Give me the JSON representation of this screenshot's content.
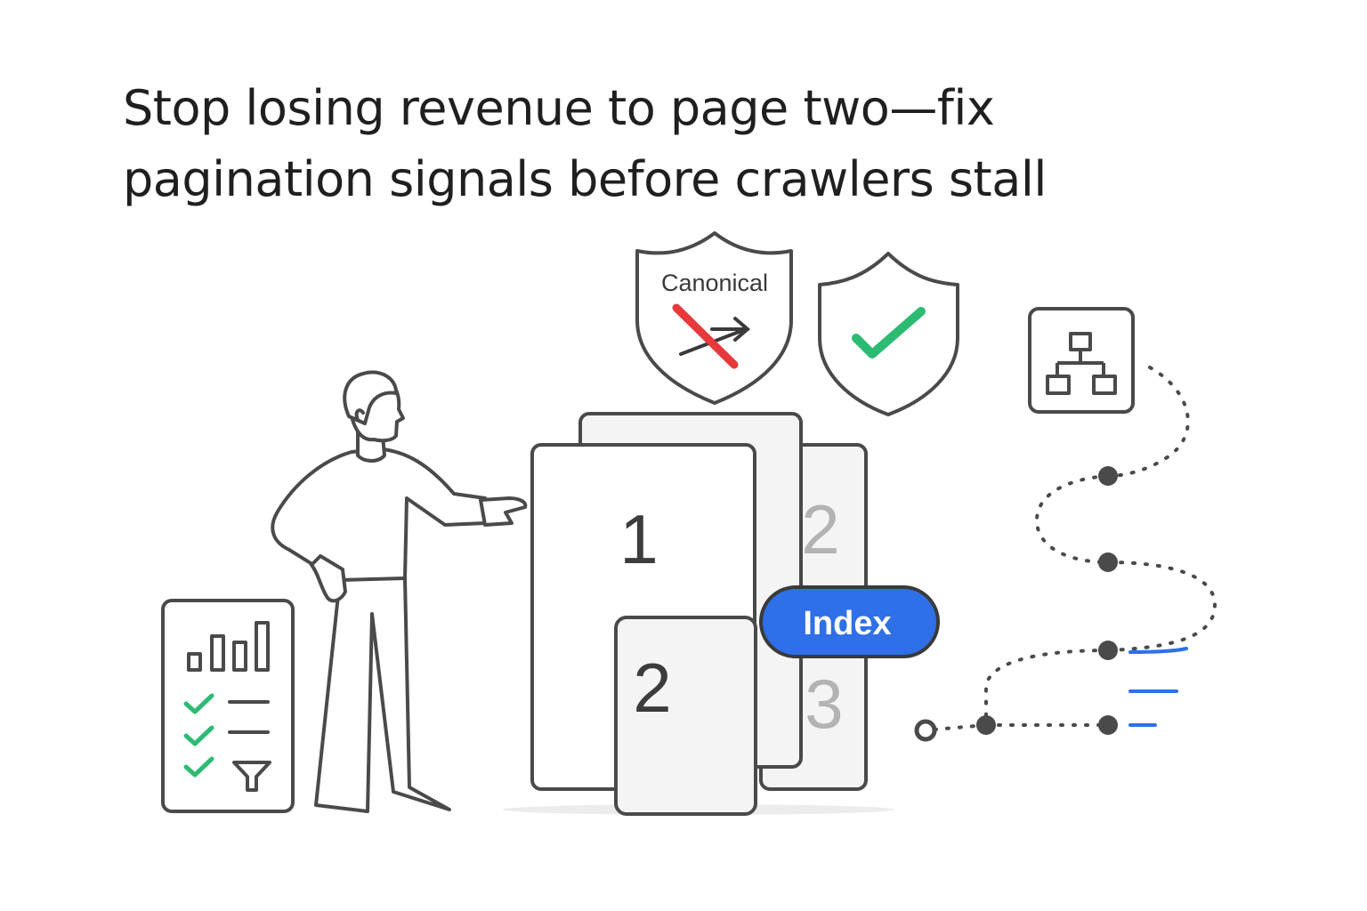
{
  "headline": {
    "line1": "Stop losing revenue to page two—fix",
    "line2": "pagination signals before crawlers stall"
  },
  "shields": {
    "canonical_label": "Canonical",
    "left_icon": "blocked-arrow-icon",
    "right_icon": "checkmark-icon"
  },
  "pages": {
    "front_number": "1",
    "back_number_top": "2",
    "back_number_bottom": "3",
    "small_number": "2"
  },
  "badge": {
    "label": "Index"
  },
  "report_card": {
    "icons": [
      "bar-chart-icon",
      "check-icon",
      "check-icon",
      "check-icon",
      "filter-icon"
    ]
  },
  "sitemap": {
    "icon": "sitemap-icon"
  },
  "colors": {
    "outline": "#4a4a4a",
    "accent_blue": "#2f6fe8",
    "check_green": "#2dbb73",
    "error_red": "#e5393b",
    "page_fill": "#f4f4f4"
  }
}
